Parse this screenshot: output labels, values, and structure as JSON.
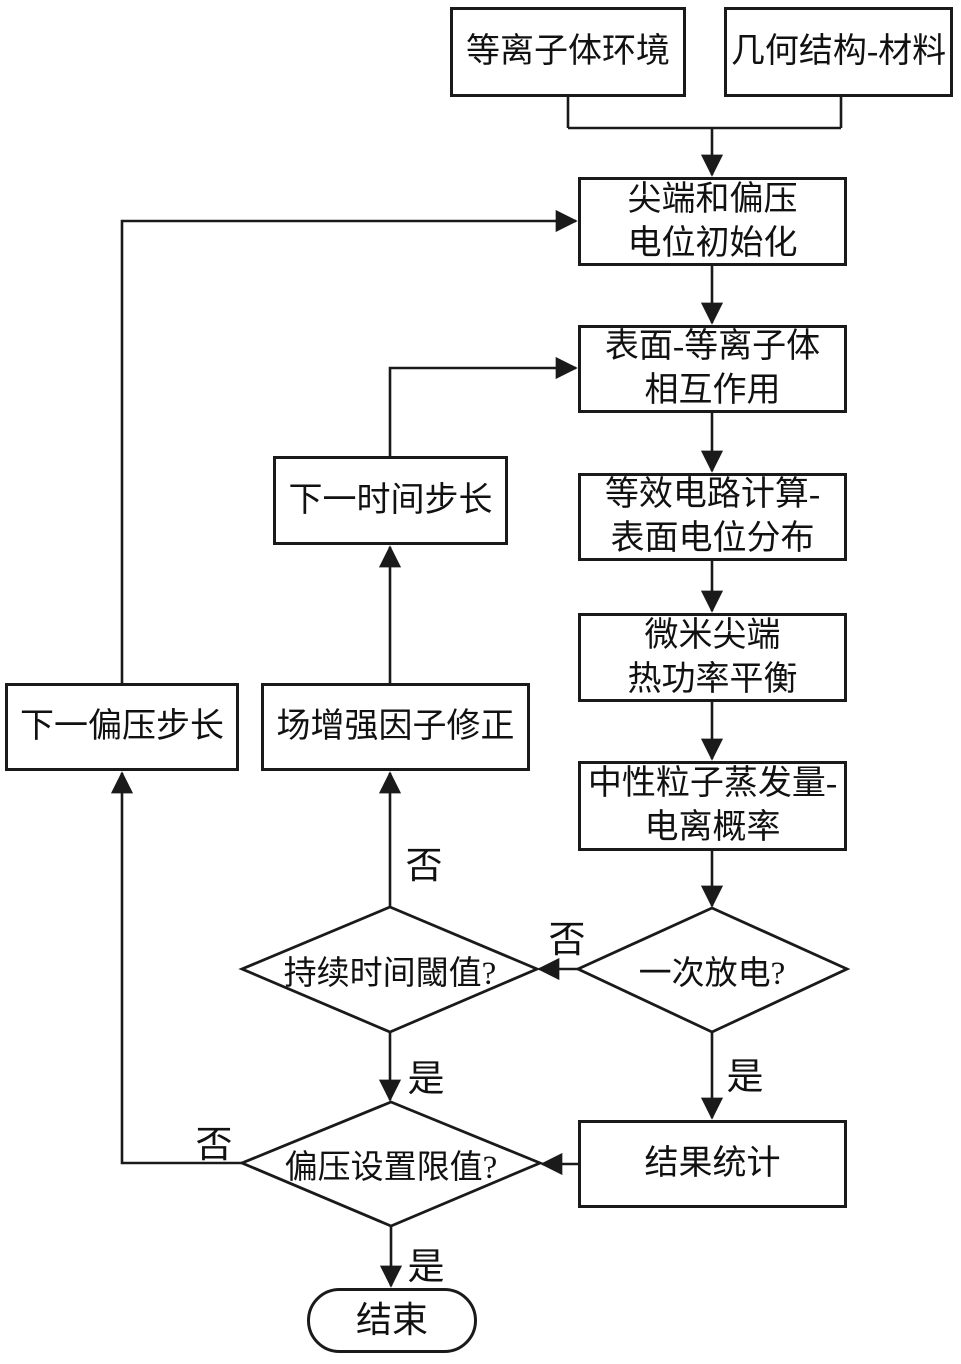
{
  "figure": {
    "type": "flowchart",
    "language": "zh-CN"
  },
  "colors": {
    "background": "#ffffff",
    "line": "#1a1a1a",
    "text": "#111111"
  },
  "nodes": {
    "plasma_env": "等离子体环境",
    "geometry_material": "几何结构-材料",
    "init_potential": "尖端和偏压\n电位初始化",
    "surface_plasma": "表面-等离子体\n相互作用",
    "equivalent_circuit": "等效电路计算-\n表面电位分布",
    "tip_thermal": "微米尖端\n热功率平衡",
    "neutral_evaporation": "中性粒子蒸发量-\n电离概率",
    "discharge_q": "一次放电?",
    "duration_q": "持续时间閾值?",
    "bias_limit_q": "偏压设置限值?",
    "next_time_step": "下一时间步长",
    "field_factor_correction": "场增强因子修正",
    "next_bias_step": "下一偏压步长",
    "result_statistics": "结果统计",
    "end": "结束"
  },
  "edge_labels": {
    "discharge_no": "否",
    "discharge_yes": "是",
    "duration_no": "否",
    "duration_yes": "是",
    "bias_no": "否",
    "bias_yes": "是"
  },
  "edges": [
    {
      "from": "plasma_env",
      "to": "init_potential",
      "label": ""
    },
    {
      "from": "geometry_material",
      "to": "init_potential",
      "label": ""
    },
    {
      "from": "init_potential",
      "to": "surface_plasma",
      "label": ""
    },
    {
      "from": "surface_plasma",
      "to": "equivalent_circuit",
      "label": ""
    },
    {
      "from": "equivalent_circuit",
      "to": "tip_thermal",
      "label": ""
    },
    {
      "from": "tip_thermal",
      "to": "neutral_evaporation",
      "label": ""
    },
    {
      "from": "neutral_evaporation",
      "to": "discharge_q",
      "label": ""
    },
    {
      "from": "discharge_q",
      "to": "duration_q",
      "label": "否"
    },
    {
      "from": "discharge_q",
      "to": "result_statistics",
      "label": "是"
    },
    {
      "from": "duration_q",
      "to": "field_factor_correction",
      "label": "否"
    },
    {
      "from": "field_factor_correction",
      "to": "next_time_step",
      "label": ""
    },
    {
      "from": "next_time_step",
      "to": "surface_plasma",
      "label": ""
    },
    {
      "from": "duration_q",
      "to": "bias_limit_q",
      "label": "是"
    },
    {
      "from": "result_statistics",
      "to": "bias_limit_q",
      "label": ""
    },
    {
      "from": "bias_limit_q",
      "to": "next_bias_step",
      "label": "否"
    },
    {
      "from": "next_bias_step",
      "to": "init_potential",
      "label": ""
    },
    {
      "from": "bias_limit_q",
      "to": "end",
      "label": "是"
    }
  ]
}
